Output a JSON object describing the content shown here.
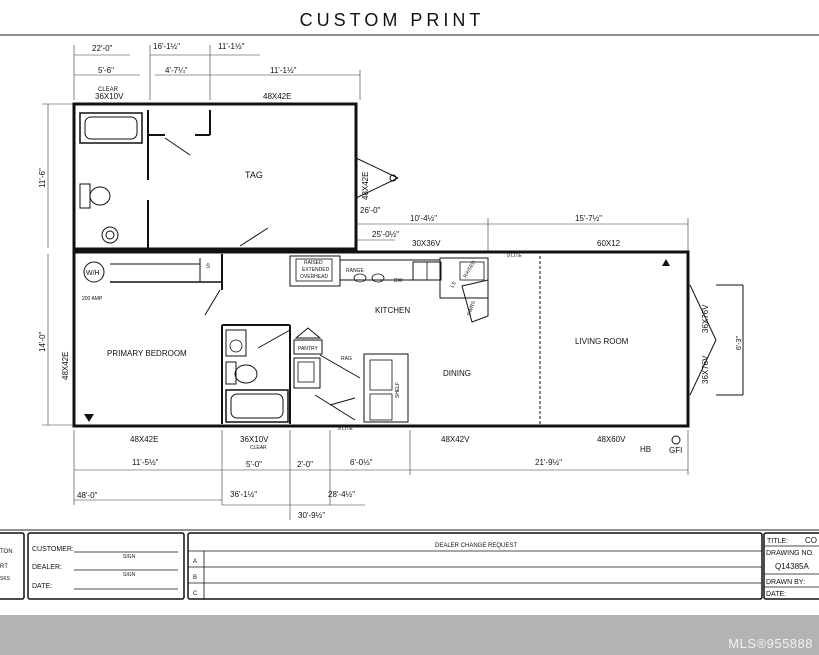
{
  "title": "CUSTOM PRINT",
  "rooms": {
    "tag": "TAG",
    "kitchen": "KITCHEN",
    "primary_bedroom": "PRIMARY BEDROOM",
    "dining": "DINING",
    "living_room": "LIVING ROOM",
    "pantry": "PANTRY"
  },
  "fixtures": {
    "wh": "W/H",
    "amp": "200 AMP",
    "s": "S",
    "raised_overhead": "RAISED\nEXTENDED\nOVERHEAD",
    "range": "RANGE",
    "dw": "DW",
    "raised": "RAISED",
    "ls": "LS",
    "dwrs": "DWRS",
    "rag": "RAG",
    "shelf": "SHELF",
    "lite_top": "9 LITE",
    "lite_bottom": "9 LITE",
    "hb": "HB",
    "gfi": "GFI"
  },
  "windows": {
    "clear_top_label": "CLEAR",
    "clear_top": "36X10V",
    "top_48x42e": "48X42E",
    "side_48x42e": "48X42E",
    "kitchen_30x36v": "30X36V",
    "living_60x12": "60X12",
    "right_36x76v_a": "36X76V",
    "right_36x76v_b": "36X76V",
    "bed_left_48x42e": "48X42E",
    "bed_bottom_48x42e": "48X42E",
    "bath_bottom": "36X10V",
    "bath_bottom_clear": "CLEAR",
    "dining_48x42v": "48X42V",
    "living_48x60v": "48X60V"
  },
  "dimensions": {
    "d22_0": "22'-0\"",
    "d16_1_half": "16'-1½\"",
    "d11_1_half_top": "11'-1½\"",
    "d5_6": "5'-6\"",
    "d4_7_quarter": "4'-7¼\"",
    "d11_1_half_mid": "11'-1½\"",
    "d11_6": "11'-6\"",
    "d26_0": "26'-0\"",
    "d10_4_half": "10'-4½\"",
    "d15_7_half": "15'-7½\"",
    "d25_0_half": "25'-0½\"",
    "d14_0": "14'-0\"",
    "d6_3": "6'-3\"",
    "d11_5_half": "11'-5½\"",
    "d5_0": "5'-0\"",
    "d2_0": "2'-0\"",
    "d6_0_half": "6'-0½\"",
    "d21_9_half": "21'-9½\"",
    "d48_0": "48'-0\"",
    "d36_1_half": "36'-1½\"",
    "d28_4_half": "28'-4½\"",
    "d30_9_half": "30'-9½\""
  },
  "title_block": {
    "left_partial_1": "TON",
    "left_partial_2": "RT",
    "left_partial_3": "SKS",
    "customer": "CUSTOMER:",
    "dealer": "DEALER:",
    "date": "DATE:",
    "sign1": "SIGN",
    "sign2": "SIGN",
    "dealer_change_request": "DEALER CHANGE REQUEST",
    "row_a": "A",
    "row_b": "B",
    "row_c": "C",
    "title_label": "TITLE:",
    "title_partial": "CO",
    "drawing_no_label": "DRAWING NO.",
    "drawing_no": "Q14385A",
    "drawn_by": "DRAWN BY:",
    "date_right": "DATE:"
  },
  "watermark": "MLS®955888"
}
